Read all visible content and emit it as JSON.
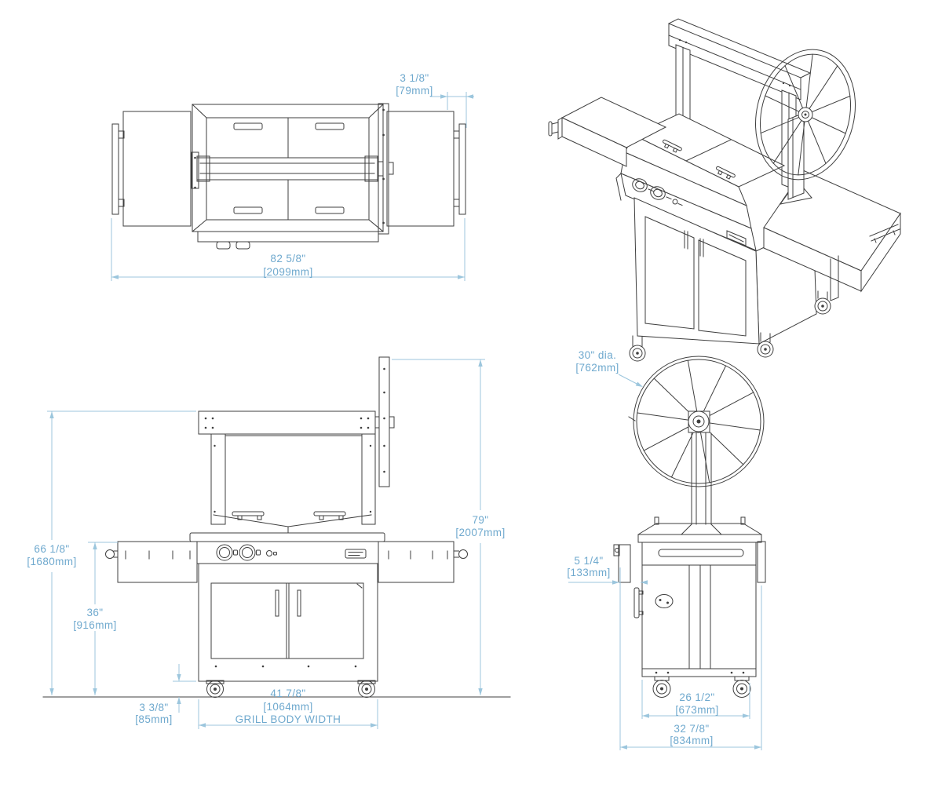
{
  "page": {
    "background": "#ffffff"
  },
  "colors": {
    "line": "#3f3f3f",
    "dim": "#9cc6dd",
    "dimtext": "#6fa9ce"
  },
  "dimensions": {
    "handle_offset": {
      "in": "3 1/8\"",
      "mm": "[79mm]"
    },
    "overall_width": {
      "in": "82 5/8\"",
      "mm": "[2099mm]"
    },
    "overall_height": {
      "in": "66 1/8\"",
      "mm": "[1680mm]"
    },
    "shelf_height": {
      "in": "36\"",
      "mm": "[916mm]"
    },
    "total_height": {
      "in": "79\"",
      "mm": "[2007mm]"
    },
    "ground_clearance": {
      "in": "3 3/8\"",
      "mm": "[85mm]"
    },
    "grill_body_width": {
      "in": "41 7/8\"",
      "mm": "[1064mm]",
      "label": "GRILL BODY WIDTH"
    },
    "wheel_diameter": {
      "in": "30\" dia.",
      "mm": "[762mm]"
    },
    "front_overhang": {
      "in": "5 1/4\"",
      "mm": "[133mm]"
    },
    "cart_depth": {
      "in": "26 1/2\"",
      "mm": "[673mm]"
    },
    "overall_depth": {
      "in": "32 7/8\"",
      "mm": "[834mm]"
    }
  }
}
